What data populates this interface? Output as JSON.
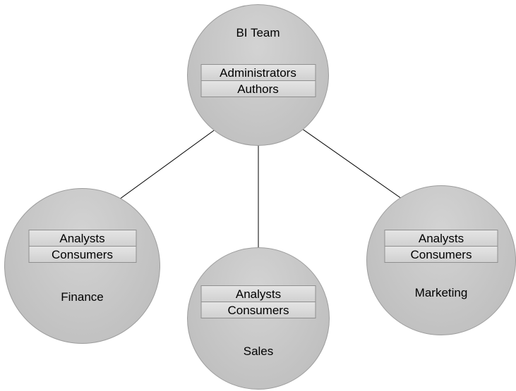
{
  "diagram": {
    "nodes": [
      {
        "id": "bi-team",
        "title": "BI Team",
        "roles": [
          "Administrators",
          "Authors"
        ]
      },
      {
        "id": "finance",
        "title": "Finance",
        "roles": [
          "Analysts",
          "Consumers"
        ]
      },
      {
        "id": "sales",
        "title": "Sales",
        "roles": [
          "Analysts",
          "Consumers"
        ]
      },
      {
        "id": "marketing",
        "title": "Marketing",
        "roles": [
          "Analysts",
          "Consumers"
        ]
      }
    ],
    "edges": [
      {
        "from": "BI Team",
        "to": "Finance"
      },
      {
        "from": "BI Team",
        "to": "Sales"
      },
      {
        "from": "BI Team",
        "to": "Marketing"
      }
    ]
  },
  "colors": {
    "background": "#ffffff",
    "circle_fill": "#c8c8c8",
    "circle_border": "#9d9d9d",
    "box_fill": "#d9d9d9",
    "box_border": "#8f8f8f",
    "arrow": "#000000",
    "text": "#000000"
  }
}
